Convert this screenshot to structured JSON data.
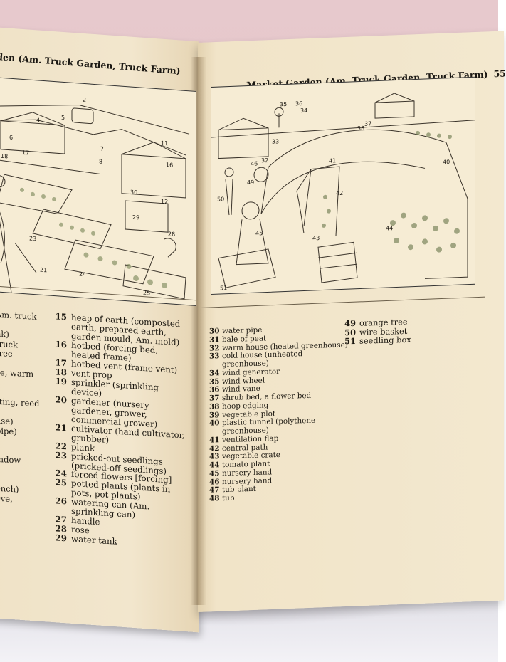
{
  "header_left": "den (Am. Truck Garden, Truck Farm)",
  "header_right": {
    "title": "Market Garden (Am. Truck Garden, Truck Farm)",
    "page_number": "55"
  },
  "left_fragments": [
    "Am. truck",
    "",
    "nk)",
    "truck",
    "tree",
    "",
    "se, warm",
    "",
    "",
    "tting, reed",
    "",
    "use)",
    "pipe)",
    ")",
    "",
    "indow",
    ")",
    "",
    "ench)",
    "eve,"
  ],
  "entries_mid": [
    {
      "num": "15",
      "text": "heap of earth (composted earth, prepared earth, garden mould, Am. mold)"
    },
    {
      "num": "16",
      "text": "hotbed (forcing bed, heated frame)"
    },
    {
      "num": "17",
      "text": "hotbed vent (frame vent)"
    },
    {
      "num": "18",
      "text": "vent prop"
    },
    {
      "num": "19",
      "text": "sprinkler (sprinkling device)"
    },
    {
      "num": "20",
      "text": "gardener (nursery gardener, grower, commercial grower)"
    },
    {
      "num": "21",
      "text": "cultivator (hand cultivator, grubber)"
    },
    {
      "num": "22",
      "text": "plank"
    },
    {
      "num": "23",
      "text": "pricked-out seedlings (pricked-off seedlings)"
    },
    {
      "num": "24",
      "text": "forced flowers [forcing]"
    },
    {
      "num": "25",
      "text": "potted plants (plants in pots, pot plants)"
    },
    {
      "num": "26",
      "text": "watering can (Am. sprinkling can)"
    },
    {
      "num": "27",
      "text": "handle"
    },
    {
      "num": "28",
      "text": "rose"
    },
    {
      "num": "29",
      "text": "water tank"
    }
  ],
  "entries_right": [
    {
      "num": "30",
      "text": "water pipe"
    },
    {
      "num": "31",
      "text": "bale of peat"
    },
    {
      "num": "32",
      "text": "warm house (heated greenhouse)"
    },
    {
      "num": "33",
      "text": "cold house (unheated greenhouse)"
    },
    {
      "num": "34",
      "text": "wind generator"
    },
    {
      "num": "35",
      "text": "wind wheel"
    },
    {
      "num": "36",
      "text": "wind vane"
    },
    {
      "num": "37",
      "text": "shrub bed, a flower bed"
    },
    {
      "num": "38",
      "text": "hoop edging"
    },
    {
      "num": "39",
      "text": "vegetable plot"
    },
    {
      "num": "40",
      "text": "plastic tunnel (polythene greenhouse)"
    },
    {
      "num": "41",
      "text": "ventilation flap"
    },
    {
      "num": "42",
      "text": "central path"
    },
    {
      "num": "43",
      "text": "vegetable crate"
    },
    {
      "num": "44",
      "text": "tomato plant"
    },
    {
      "num": "45",
      "text": "nursery hand"
    },
    {
      "num": "46",
      "text": "nursery hand"
    },
    {
      "num": "47",
      "text": "tub plant"
    },
    {
      "num": "48",
      "text": "tub"
    }
  ],
  "entries_far": [
    {
      "num": "49",
      "text": "orange tree"
    },
    {
      "num": "50",
      "text": "wire basket"
    },
    {
      "num": "51",
      "text": "seedling box"
    }
  ],
  "illus_left_labels": [
    "2",
    "4",
    "5",
    "6",
    "7",
    "8",
    "11",
    "12",
    "16",
    "17",
    "18",
    "21",
    "23",
    "24",
    "25",
    "28",
    "29",
    "30"
  ],
  "illus_right_labels": [
    "32",
    "33",
    "34",
    "35",
    "36",
    "37",
    "38",
    "40",
    "41",
    "42",
    "43",
    "44",
    "45",
    "46",
    "49",
    "50",
    "51"
  ]
}
